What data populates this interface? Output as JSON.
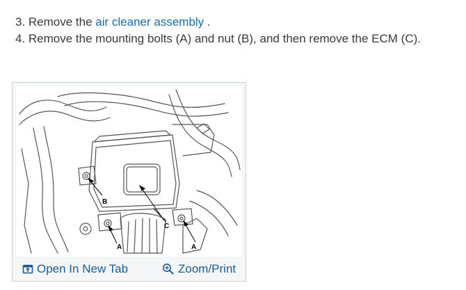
{
  "steps": [
    {
      "prefix": "3. Remove the ",
      "link": "air cleaner assembly",
      "suffix": " ."
    },
    {
      "text": "4. Remove the mounting bolts (A) and nut (B), and then remove the ECM (C)."
    }
  ],
  "figure": {
    "callouts": {
      "a_left": "A",
      "a_right": "A",
      "b": "B",
      "c": "C"
    },
    "actions": {
      "open_tab": "Open In New Tab",
      "zoom_print": "Zoom/Print"
    },
    "colors": {
      "link": "#1a6aa8",
      "action": "#1b5b97"
    }
  }
}
